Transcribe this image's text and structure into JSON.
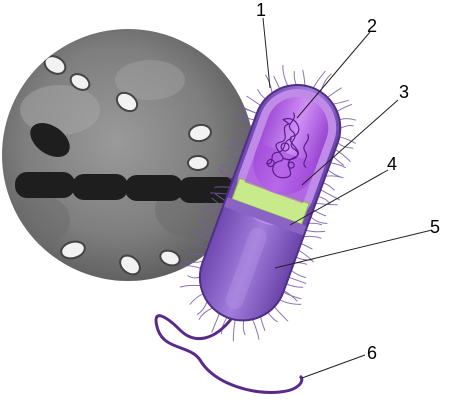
{
  "labels": [
    {
      "id": "1",
      "text": "1"
    },
    {
      "id": "2",
      "text": "2"
    },
    {
      "id": "3",
      "text": "3"
    },
    {
      "id": "4",
      "text": "4"
    },
    {
      "id": "5",
      "text": "5"
    },
    {
      "id": "6",
      "text": "6"
    }
  ],
  "colors": {
    "cytoplasm": "#b86fe8",
    "nucleoid": "#9a3fd0",
    "cell_membrane": "#c8ea8a",
    "cell_wall": "#8a5bc0",
    "capsule": "#7b55b5",
    "flagellum": "#5a2a8a",
    "micrograph_bg": "#8d8d8d"
  },
  "icons": {
    "micrograph": "bacteria-micrograph-icon",
    "bacterium": "bacterium-cell-icon"
  }
}
